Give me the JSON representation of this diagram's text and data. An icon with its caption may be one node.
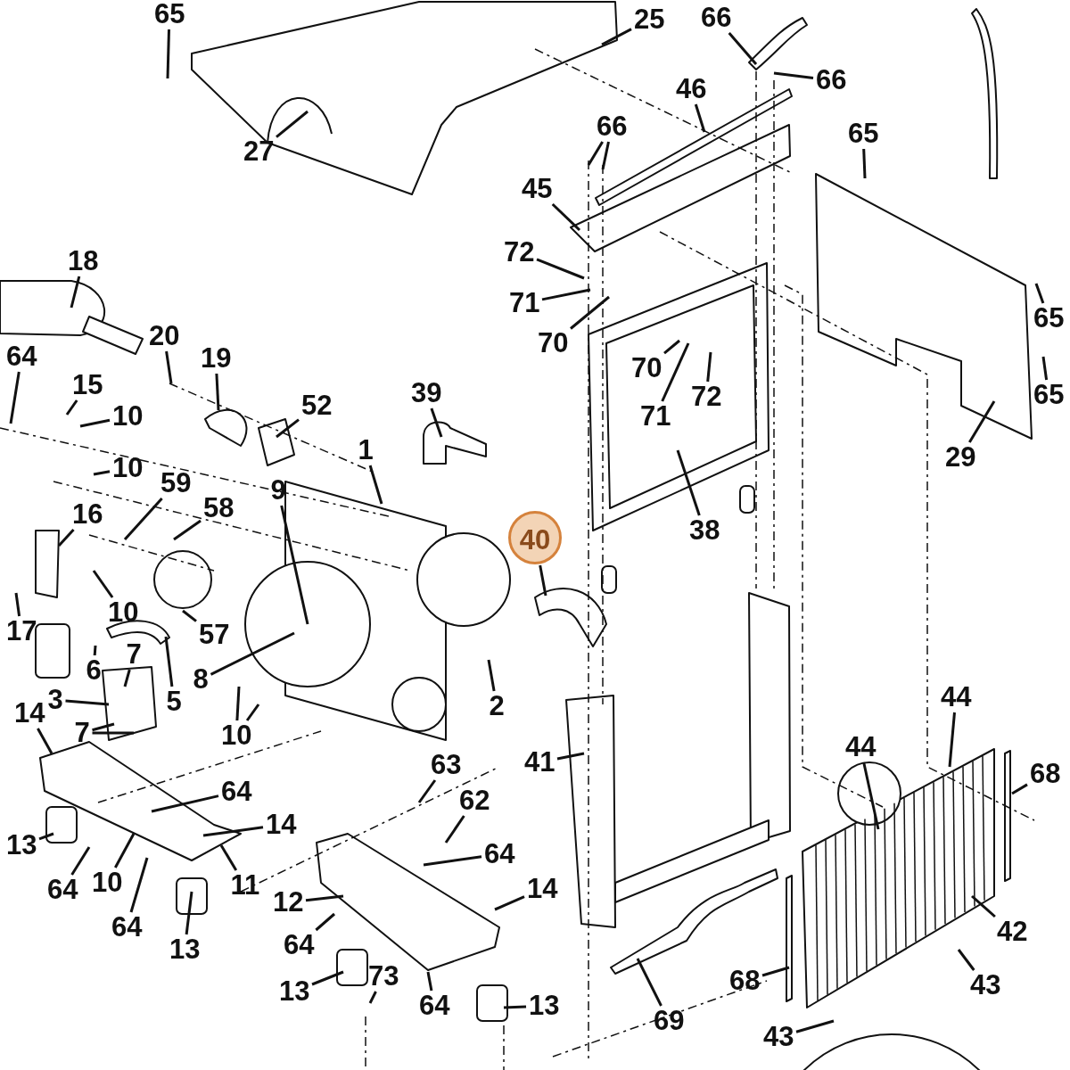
{
  "diagram": {
    "nodes": [
      {
        "text": [
          "65"
        ]
      },
      {
        "text": [
          "25"
        ]
      },
      {
        "text": [
          "66"
        ]
      },
      {
        "text": [
          "66"
        ]
      },
      {
        "text": [
          "46"
        ]
      },
      {
        "text": [
          "66"
        ]
      },
      {
        "text": [
          "65"
        ]
      },
      {
        "text": [
          "27"
        ]
      },
      {
        "text": [
          "45"
        ]
      },
      {
        "text": [
          "72"
        ]
      },
      {
        "text": [
          "18"
        ]
      },
      {
        "text": [
          "71"
        ]
      },
      {
        "text": [
          "65"
        ]
      },
      {
        "text": [
          "20"
        ]
      },
      {
        "text": [
          "70"
        ]
      },
      {
        "text": [
          "64"
        ]
      },
      {
        "text": [
          "19"
        ]
      },
      {
        "text": [
          "70"
        ]
      },
      {
        "text": [
          "15"
        ]
      },
      {
        "text": [
          "39"
        ]
      },
      {
        "text": [
          "65"
        ]
      },
      {
        "text": [
          "72"
        ]
      },
      {
        "text": [
          "52"
        ]
      },
      {
        "text": [
          "71"
        ]
      },
      {
        "text": [
          "10"
        ]
      },
      {
        "text": [
          "1"
        ]
      },
      {
        "text": [
          "29"
        ]
      },
      {
        "text": [
          "10"
        ]
      },
      {
        "text": [
          "59"
        ]
      },
      {
        "text": [
          "9"
        ]
      },
      {
        "text": [
          "58"
        ]
      },
      {
        "text": [
          "16"
        ]
      },
      {
        "text": [
          "38"
        ]
      },
      {
        "text": [
          "40"
        ]
      },
      {
        "text": [
          "10"
        ]
      },
      {
        "text": [
          "17"
        ]
      },
      {
        "text": [
          "57"
        ]
      },
      {
        "text": [
          "7"
        ]
      },
      {
        "text": [
          "6"
        ]
      },
      {
        "text": [
          "8"
        ]
      },
      {
        "text": [
          "3"
        ]
      },
      {
        "text": [
          "44"
        ]
      },
      {
        "text": [
          "2"
        ]
      },
      {
        "text": [
          "5"
        ]
      },
      {
        "text": [
          "14"
        ]
      },
      {
        "text": [
          "7"
        ]
      },
      {
        "text": [
          "10"
        ]
      },
      {
        "text": [
          "44"
        ]
      },
      {
        "text": [
          "41"
        ]
      },
      {
        "text": [
          "63"
        ]
      },
      {
        "text": [
          "68"
        ]
      },
      {
        "text": [
          "64"
        ]
      },
      {
        "text": [
          "62"
        ]
      },
      {
        "text": [
          "14"
        ]
      },
      {
        "text": [
          "13"
        ]
      },
      {
        "text": [
          "64"
        ]
      },
      {
        "text": [
          "10"
        ]
      },
      {
        "text": [
          "11"
        ]
      },
      {
        "text": [
          "64"
        ]
      },
      {
        "text": [
          "14"
        ]
      },
      {
        "text": [
          "12"
        ]
      },
      {
        "text": [
          "64"
        ]
      },
      {
        "text": [
          "42"
        ]
      },
      {
        "text": [
          "64"
        ]
      },
      {
        "text": [
          "13"
        ]
      },
      {
        "text": [
          "73"
        ]
      },
      {
        "text": [
          "68"
        ]
      },
      {
        "text": [
          "43"
        ]
      },
      {
        "text": [
          "13"
        ]
      },
      {
        "text": [
          "64"
        ]
      },
      {
        "text": [
          "13"
        ]
      },
      {
        "text": [
          "69"
        ]
      },
      {
        "text": [
          "43"
        ]
      }
    ],
    "edges": [
      {
        "from": 0,
        "to": null,
        "arrow": "none"
      },
      {
        "from": 1,
        "to": null,
        "arrow": "none"
      },
      {
        "from": 2,
        "to": null,
        "arrow": "none"
      },
      {
        "from": 3,
        "to": null,
        "arrow": "none"
      },
      {
        "from": 4,
        "to": null,
        "arrow": "none"
      },
      {
        "from": 5,
        "to": null,
        "arrow": "none"
      },
      {
        "from": 5,
        "to": null,
        "arrow": "none"
      },
      {
        "from": 6,
        "to": null,
        "arrow": "none"
      },
      {
        "from": 7,
        "to": null,
        "arrow": "none"
      },
      {
        "from": 8,
        "to": null,
        "arrow": "none"
      },
      {
        "from": 9,
        "to": null,
        "arrow": "none"
      },
      {
        "from": 10,
        "to": null,
        "arrow": "none"
      },
      {
        "from": 11,
        "to": null,
        "arrow": "none"
      },
      {
        "from": 12,
        "to": null,
        "arrow": "none"
      },
      {
        "from": 13,
        "to": null,
        "arrow": "none"
      },
      {
        "from": 14,
        "to": null,
        "arrow": "none"
      },
      {
        "from": 15,
        "to": null,
        "arrow": "none"
      },
      {
        "from": 16,
        "to": null,
        "arrow": "none"
      },
      {
        "from": 17,
        "to": null,
        "arrow": "none"
      },
      {
        "from": 18,
        "to": null,
        "arrow": "none"
      },
      {
        "from": 19,
        "to": null,
        "arrow": "none"
      },
      {
        "from": 20,
        "to": null,
        "arrow": "none"
      },
      {
        "from": 21,
        "to": null,
        "arrow": "none"
      },
      {
        "from": 22,
        "to": null,
        "arrow": "none"
      },
      {
        "from": 23,
        "to": null,
        "arrow": "none"
      },
      {
        "from": 24,
        "to": null,
        "arrow": "none"
      },
      {
        "from": 25,
        "to": null,
        "arrow": "none"
      },
      {
        "from": 26,
        "to": null,
        "arrow": "none"
      },
      {
        "from": 27,
        "to": null,
        "arrow": "none"
      },
      {
        "from": 28,
        "to": null,
        "arrow": "none"
      },
      {
        "from": 29,
        "to": null,
        "arrow": "none"
      },
      {
        "from": 30,
        "to": null,
        "arrow": "none"
      },
      {
        "from": 31,
        "to": null,
        "arrow": "none"
      },
      {
        "from": 32,
        "to": null,
        "arrow": "none"
      },
      {
        "from": 33,
        "to": null,
        "arrow": "none"
      },
      {
        "from": 34,
        "to": null,
        "arrow": "none"
      },
      {
        "from": 35,
        "to": null,
        "arrow": "none"
      },
      {
        "from": 36,
        "to": null,
        "arrow": "none"
      },
      {
        "from": 37,
        "to": null,
        "arrow": "none"
      },
      {
        "from": 38,
        "to": null,
        "arrow": "none"
      },
      {
        "from": 39,
        "to": null,
        "arrow": "none"
      },
      {
        "from": 40,
        "to": null,
        "arrow": "none"
      },
      {
        "from": 41,
        "to": null,
        "arrow": "none"
      },
      {
        "from": 42,
        "to": null,
        "arrow": "none"
      },
      {
        "from": 43,
        "to": null,
        "arrow": "none"
      },
      {
        "from": 44,
        "to": null,
        "arrow": "none"
      },
      {
        "from": 45,
        "to": null,
        "arrow": "none"
      },
      {
        "from": 45,
        "to": null,
        "arrow": "none"
      },
      {
        "from": 46,
        "to": null,
        "arrow": "none"
      },
      {
        "from": 46,
        "to": null,
        "arrow": "none"
      },
      {
        "from": 47,
        "to": null,
        "arrow": "none"
      },
      {
        "from": 48,
        "to": null,
        "arrow": "none"
      },
      {
        "from": 49,
        "to": null,
        "arrow": "none"
      },
      {
        "from": 50,
        "to": null,
        "arrow": "none"
      },
      {
        "from": 51,
        "to": null,
        "arrow": "none"
      },
      {
        "from": 52,
        "to": null,
        "arrow": "none"
      },
      {
        "from": 53,
        "to": null,
        "arrow": "none"
      },
      {
        "from": 54,
        "to": null,
        "arrow": "none"
      },
      {
        "from": 55,
        "to": null,
        "arrow": "none"
      },
      {
        "from": 56,
        "to": null,
        "arrow": "none"
      },
      {
        "from": 57,
        "to": null,
        "arrow": "none"
      },
      {
        "from": 58,
        "to": null,
        "arrow": "none"
      },
      {
        "from": 59,
        "to": null,
        "arrow": "none"
      },
      {
        "from": 60,
        "to": null,
        "arrow": "none"
      },
      {
        "from": 61,
        "to": null,
        "arrow": "none"
      },
      {
        "from": 62,
        "to": null,
        "arrow": "none"
      },
      {
        "from": 63,
        "to": null,
        "arrow": "none"
      },
      {
        "from": 64,
        "to": null,
        "arrow": "none"
      },
      {
        "from": 65,
        "to": null,
        "arrow": "none"
      },
      {
        "from": 66,
        "to": null,
        "arrow": "none"
      },
      {
        "from": 67,
        "to": null,
        "arrow": "none"
      },
      {
        "from": 68,
        "to": null,
        "arrow": "none"
      },
      {
        "from": 69,
        "to": null,
        "arrow": "none"
      },
      {
        "from": 70,
        "to": null,
        "arrow": "none"
      },
      {
        "from": 71,
        "to": null,
        "arrow": "none"
      },
      {
        "from": 72,
        "to": null,
        "arrow": "none"
      }
    ]
  }
}
